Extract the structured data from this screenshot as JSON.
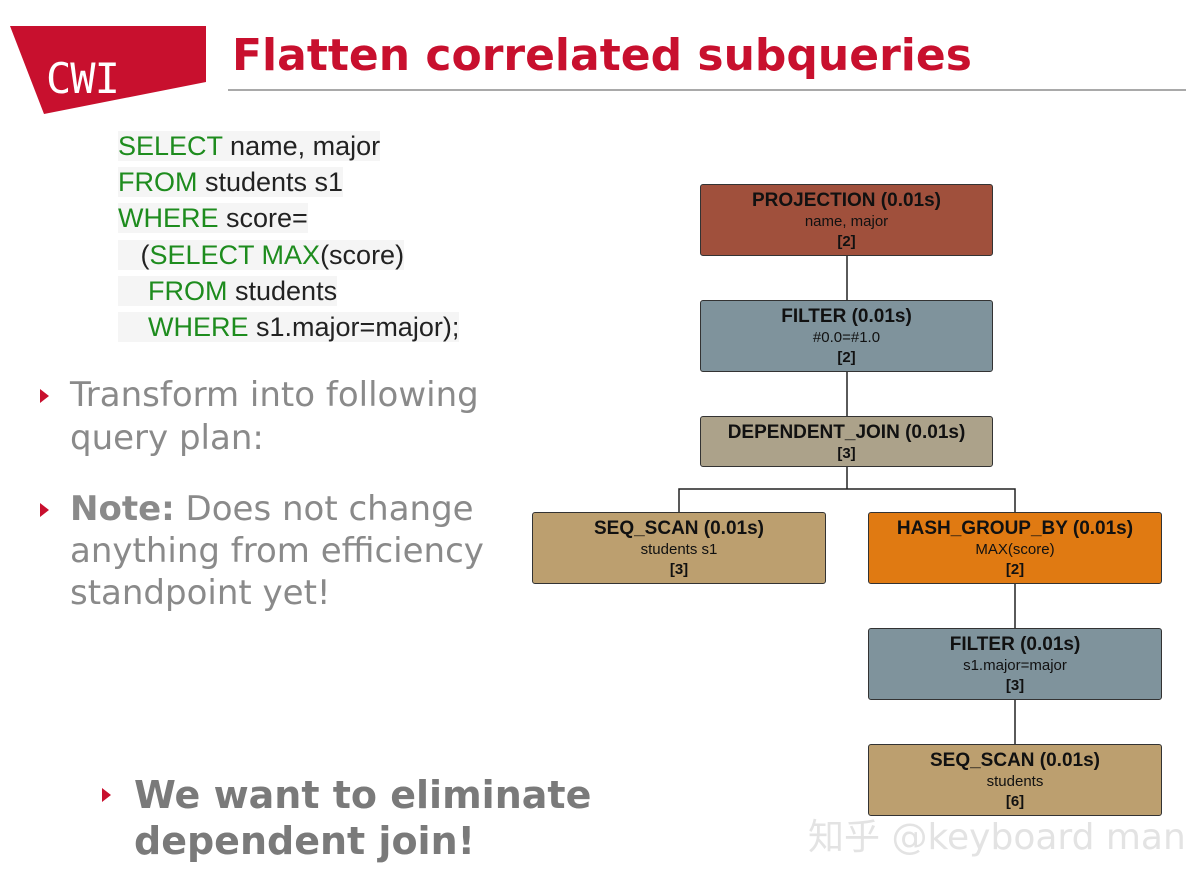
{
  "header": {
    "logo_text": "CWI",
    "title": "Flatten correlated subqueries"
  },
  "sql": [
    {
      "kw": "SELECT",
      "rest": " name, major"
    },
    {
      "kw": "FROM",
      "rest": " students s1"
    },
    {
      "kw": "WHERE",
      "rest": " score="
    },
    {
      "pre": "   (",
      "kw": "SELECT MAX",
      "rest": "(score)"
    },
    {
      "pre": "    ",
      "kw": "FROM",
      "rest": " students"
    },
    {
      "pre": "    ",
      "kw": "WHERE",
      "rest": " s1.major=major);"
    }
  ],
  "bullets": {
    "b1": "Transform into following query plan:",
    "b2_bold": "Note:",
    "b2_rest": " Does not change anything from efficiency standpoint yet!",
    "b3": "We want to eliminate dependent join!"
  },
  "plan": {
    "projection": {
      "op": "PROJECTION (0.01s)",
      "detail": "name, major",
      "card": "[2]",
      "color": "#a0503c"
    },
    "filter_top": {
      "op": "FILTER (0.01s)",
      "detail": "#0.0=#1.0",
      "card": "[2]",
      "color": "#7f939c"
    },
    "dependent_join": {
      "op": "DEPENDENT_JOIN (0.01s)",
      "detail": "",
      "card": "[3]",
      "color": "#aca28a"
    },
    "seq_scan_left": {
      "op": "SEQ_SCAN (0.01s)",
      "detail": "students s1",
      "card": "[3]",
      "color": "#bc9f6f"
    },
    "hash_group_by": {
      "op": "HASH_GROUP_BY (0.01s)",
      "detail": "MAX(score)",
      "card": "[2]",
      "color": "#e07a12"
    },
    "filter_bottom": {
      "op": "FILTER (0.01s)",
      "detail": "s1.major=major",
      "card": "[3]",
      "color": "#7f939c"
    },
    "seq_scan_bottom": {
      "op": "SEQ_SCAN (0.01s)",
      "detail": "students",
      "card": "[6]",
      "color": "#bc9f6f"
    }
  },
  "watermark": "知乎 @keyboard man"
}
